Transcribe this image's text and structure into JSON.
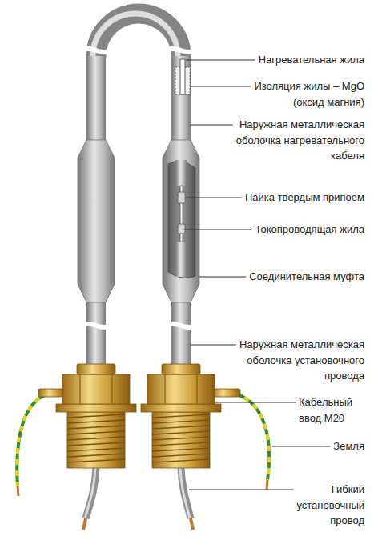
{
  "diagram": {
    "labels": [
      "Нагревательная жила",
      "Изоляция жилы – MgO (оксид магния)",
      "Наружная металлическая оболочка нагревательного кабеля",
      "Пайка твердым припоем",
      "Токопроводящая жила",
      "Соединительная муфта",
      "Наружная металлическая оболочка установочного провода",
      "Кабельный ввод М20",
      "Земля",
      "Гибкий установочный провод"
    ]
  }
}
